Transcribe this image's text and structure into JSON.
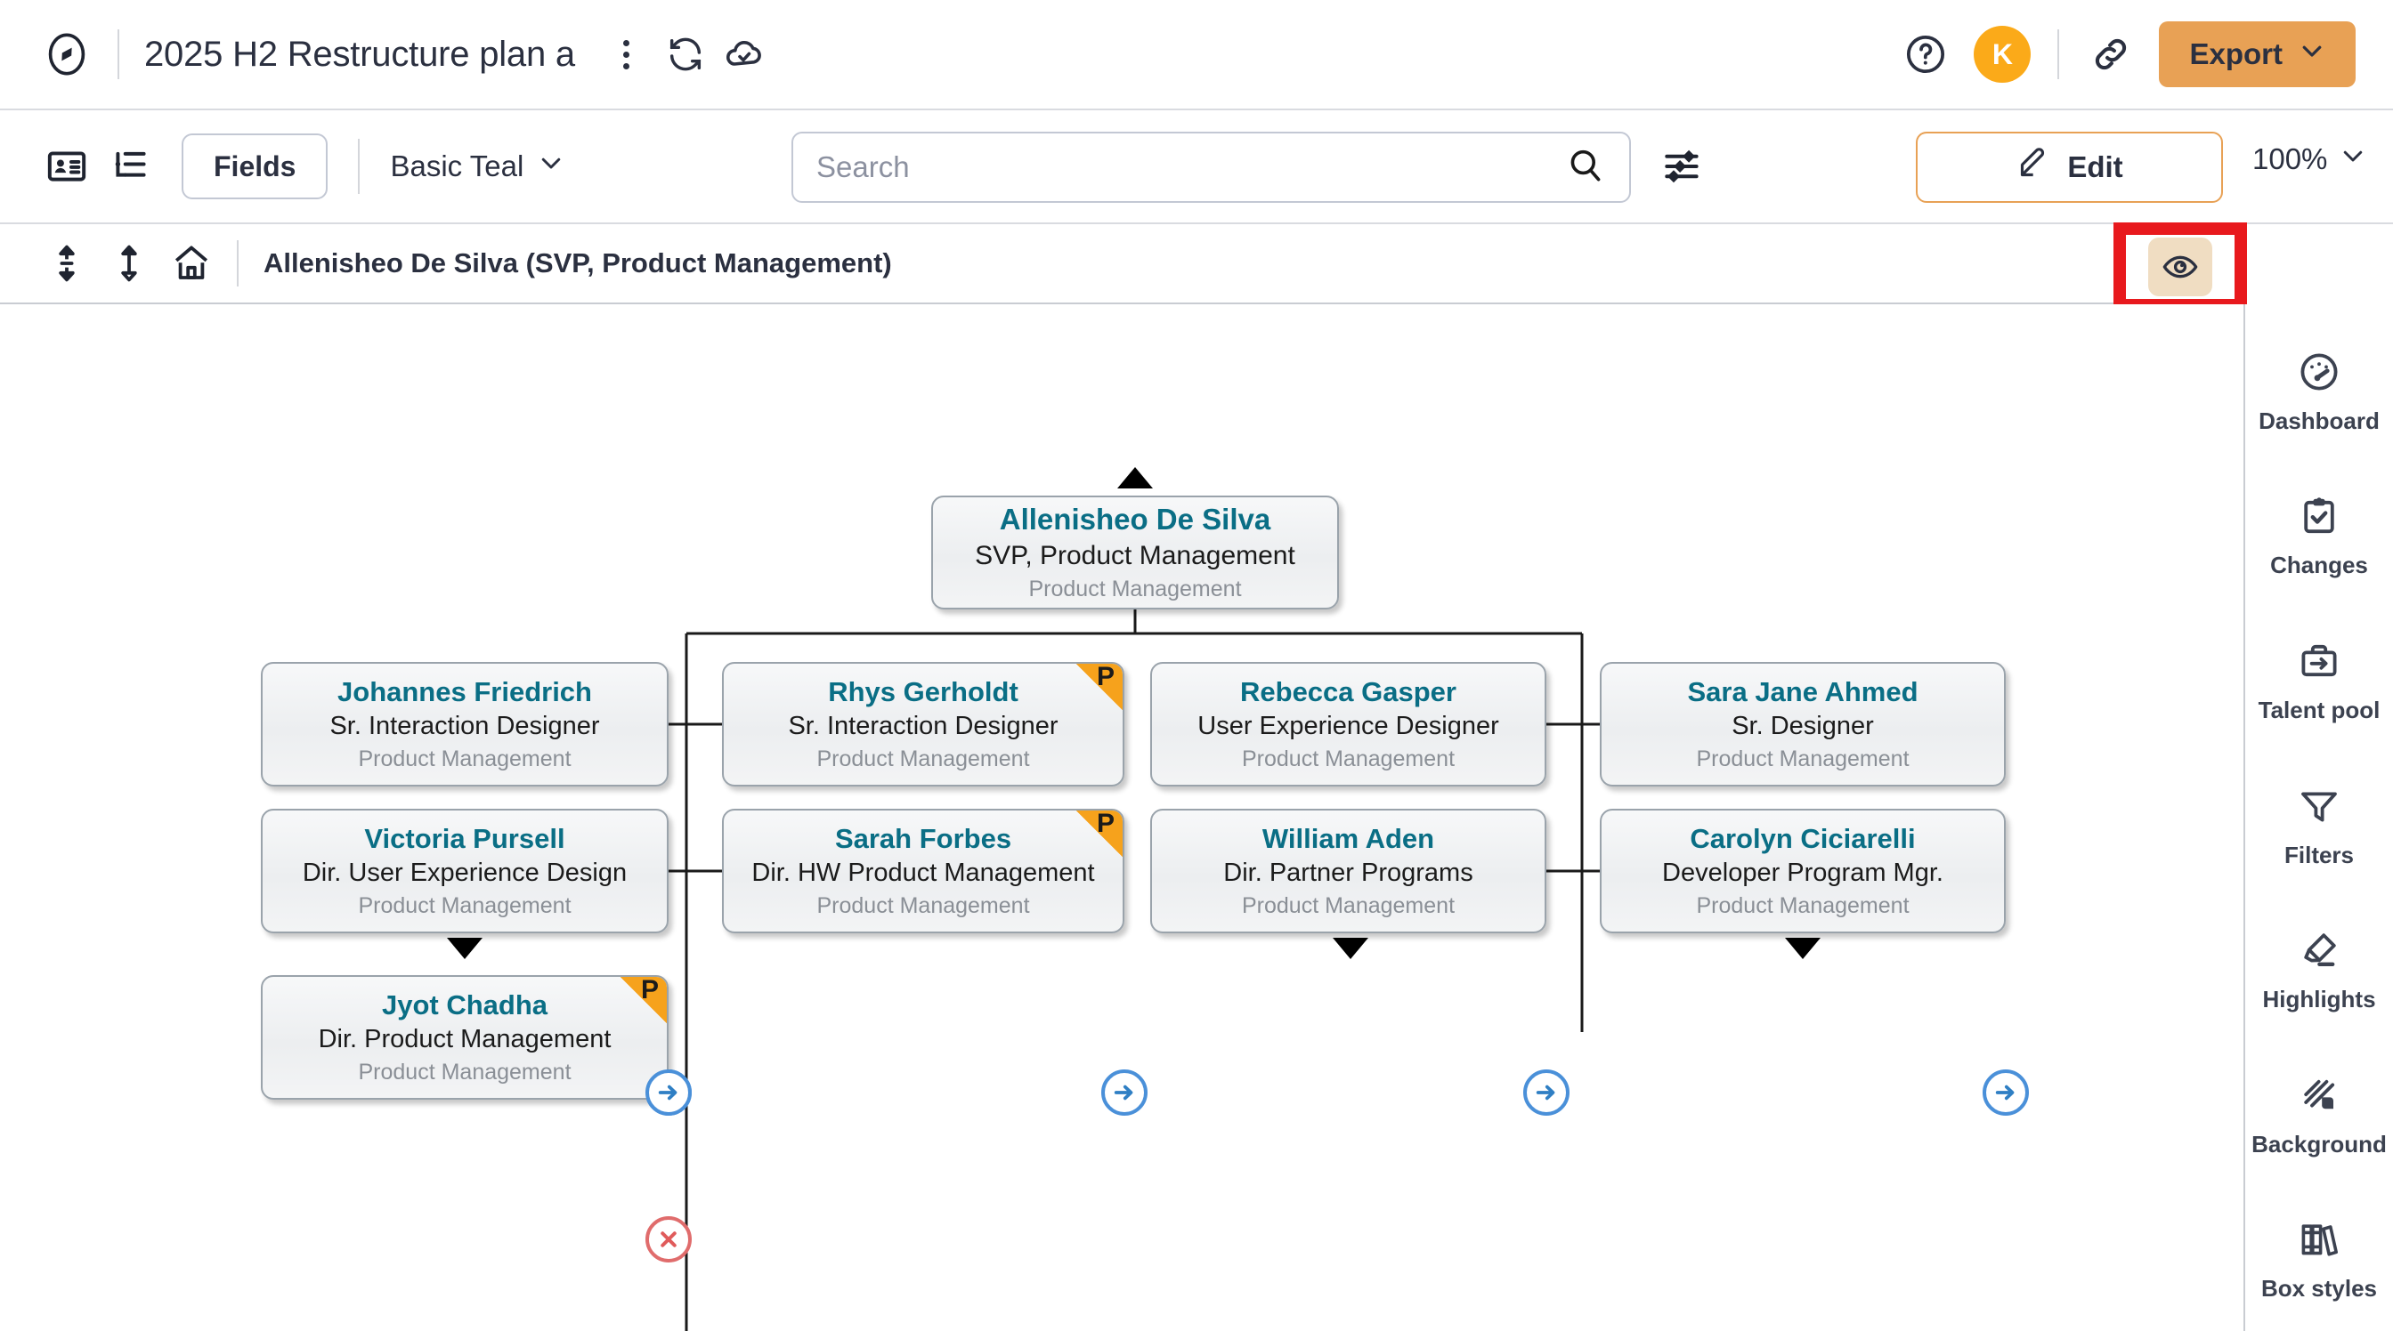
{
  "app": {
    "logo_icon": "compass-logo-icon",
    "doc_title": "2025 H2 Restructure plan a",
    "kebab_icon": "more-options-icon",
    "sync_icon": "refresh-sync-icon",
    "cloud_icon": "cloud-save-icon",
    "help_icon": "help-circle-icon",
    "avatar_initial": "K",
    "avatar_color": "#fbaa19",
    "share_link_icon": "link-share-icon",
    "export_label": "Export",
    "export_caret_icon": "chevron-down-icon",
    "export_color": "#e8a155"
  },
  "toolbar": {
    "card_view_icon": "person-card-icon",
    "tree_view_icon": "tree-list-icon",
    "fields_label": "Fields",
    "style_label": "Basic Teal",
    "style_caret_icon": "chevron-down-icon",
    "search": {
      "value": "",
      "placeholder": "Search",
      "icon": "search-icon"
    },
    "filter_sliders_icon": "sliders-settings-icon",
    "edit_label": "Edit",
    "edit_icon": "pencil-edit-icon",
    "zoom_label": "100%",
    "zoom_caret_icon": "chevron-down-icon"
  },
  "crumbbar": {
    "expand_all_icon": "expand-all-icon",
    "collapse_up_icon": "collapse-up-icon",
    "home_icon": "home-icon",
    "path_text": "Allenisheo De Silva (SVP, Product Management)",
    "eye_icon": "eye-visibility-icon",
    "highlight_color": "#e8191d"
  },
  "rail": {
    "items": [
      {
        "label": "Dashboard",
        "icon": "dashboard-gauge-icon"
      },
      {
        "label": "Changes",
        "icon": "clipboard-check-icon"
      },
      {
        "label": "Talent pool",
        "icon": "briefcase-arrow-icon"
      },
      {
        "label": "Filters",
        "icon": "funnel-filter-icon"
      },
      {
        "label": "Highlights",
        "icon": "highlighter-pen-icon"
      },
      {
        "label": "Background",
        "icon": "background-pattern-icon"
      },
      {
        "label": "Box styles",
        "icon": "books-boxstyle-icon"
      }
    ]
  },
  "chart_data": {
    "type": "orgchart",
    "title": "Allenisheo De Silva (SVP, Product Management)",
    "name_color": "#0a6e85",
    "root": {
      "name": "Allenisheo De Silva",
      "title": "SVP, Product Management",
      "department": "Product Management",
      "flag": "",
      "has_parent_arrow": true
    },
    "nodes": [
      {
        "name": "Johannes Friedrich",
        "title": "Sr. Interaction Designer",
        "department": "Product Management",
        "flag": "",
        "col": 0,
        "row": 0,
        "badge": "arrow",
        "collapsed_arrow": ""
      },
      {
        "name": "Victoria Pursell",
        "title": "Dir. User Experience Design",
        "department": "Product Management",
        "flag": "",
        "col": 0,
        "row": 1,
        "badge": "cross",
        "collapsed_arrow": "down"
      },
      {
        "name": "Jyot Chadha",
        "title": "Dir. Product Management",
        "department": "Product Management",
        "flag": "P",
        "col": 0,
        "row": 2,
        "badge": "",
        "collapsed_arrow": ""
      },
      {
        "name": "Rhys Gerholdt",
        "title": "Sr. Interaction Designer",
        "department": "Product Management",
        "flag": "P",
        "col": 1,
        "row": 0,
        "badge": "arrow",
        "collapsed_arrow": ""
      },
      {
        "name": "Sarah Forbes",
        "title": "Dir. HW Product Management",
        "department": "Product Management",
        "flag": "P",
        "col": 1,
        "row": 1,
        "badge": "",
        "collapsed_arrow": ""
      },
      {
        "name": "Rebecca Gasper",
        "title": "User Experience Designer",
        "department": "Product Management",
        "flag": "",
        "col": 2,
        "row": 0,
        "badge": "arrow",
        "collapsed_arrow": ""
      },
      {
        "name": "William Aden",
        "title": "Dir. Partner Programs",
        "department": "Product Management",
        "flag": "",
        "col": 2,
        "row": 1,
        "badge": "",
        "collapsed_arrow": "down"
      },
      {
        "name": "Sara Jane Ahmed",
        "title": "Sr. Designer",
        "department": "Product Management",
        "flag": "",
        "col": 3,
        "row": 0,
        "badge": "arrow",
        "collapsed_arrow": ""
      },
      {
        "name": "Carolyn Ciciarelli",
        "title": "Developer Program Mgr.",
        "department": "Product Management",
        "flag": "",
        "col": 3,
        "row": 1,
        "badge": "",
        "collapsed_arrow": "down"
      }
    ]
  }
}
